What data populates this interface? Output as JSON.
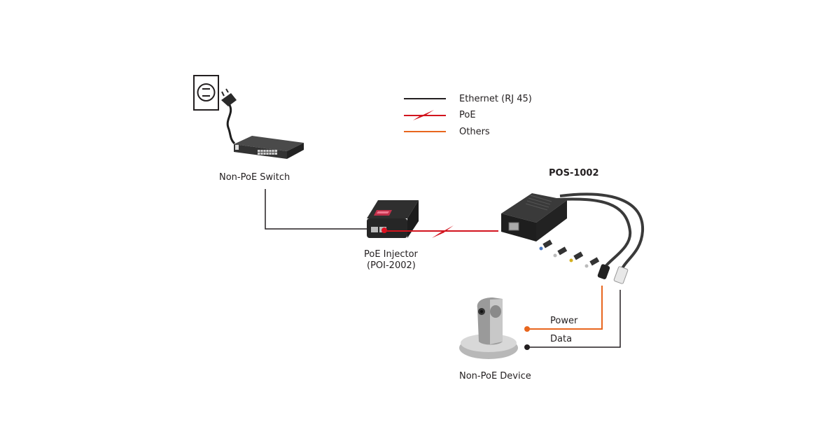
{
  "legend": {
    "items": [
      {
        "label": "Ethernet (RJ 45)",
        "type": "ethernet",
        "color": "#231f20"
      },
      {
        "label": "PoE",
        "type": "poe",
        "color": "#d2141e"
      },
      {
        "label": "Others",
        "type": "others",
        "color": "#e8661e"
      }
    ]
  },
  "devices": {
    "switch": {
      "label": "Non-PoE Switch"
    },
    "injector": {
      "label_line1": "PoE Injector",
      "label_line2": "(POI-2002)"
    },
    "splitter": {
      "label": "POS-1002"
    },
    "device": {
      "label": "Non-PoE Device"
    }
  },
  "connections": {
    "power_label": "Power",
    "data_label": "Data"
  },
  "colors": {
    "ethernet": "#231f20",
    "poe": "#d2141e",
    "others": "#e8661e"
  }
}
